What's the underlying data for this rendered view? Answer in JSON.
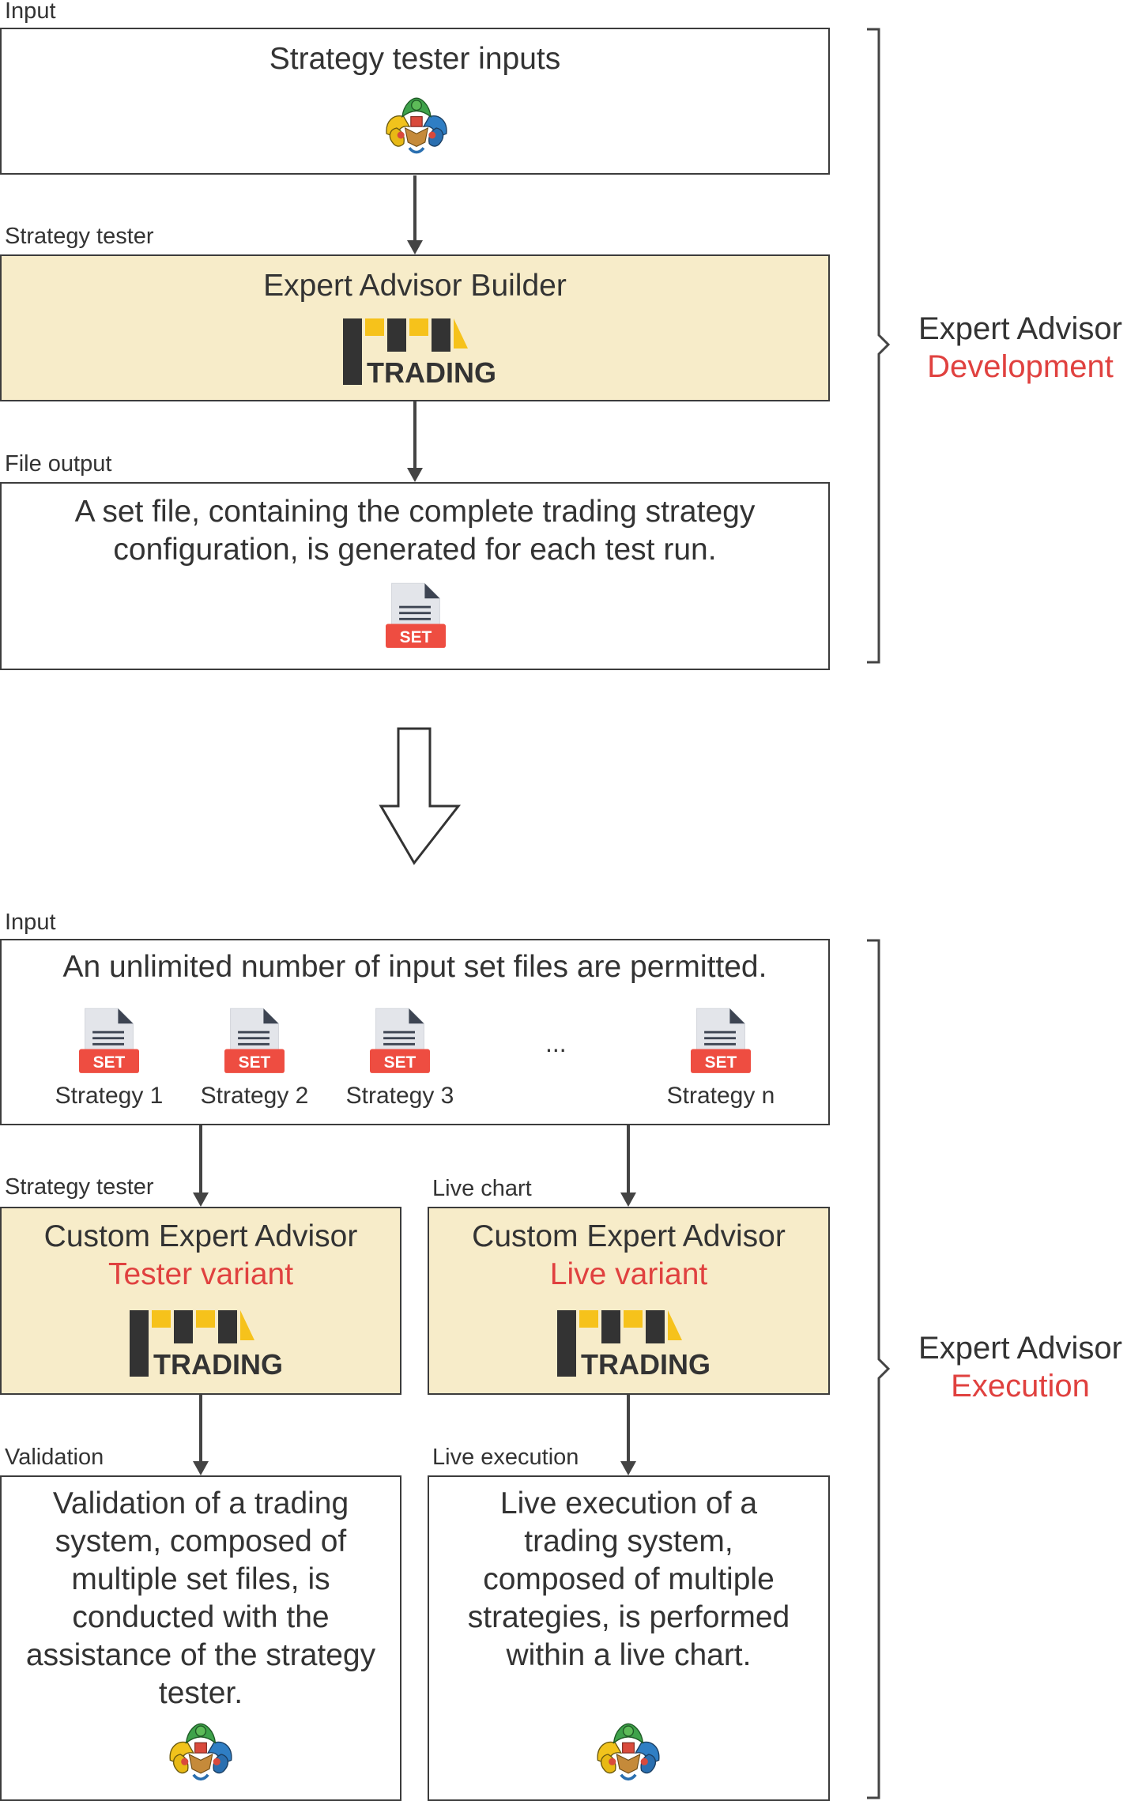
{
  "development": {
    "input_label": "Input",
    "input_title": "Strategy tester inputs",
    "tester_label": "Strategy tester",
    "builder_title": "Expert Advisor Builder",
    "file_label": "File output",
    "file_text_line1": "A set file, containing the complete trading strategy",
    "file_text_line2": "configuration, is generated for each test run.",
    "side_line1": "Expert Advisor",
    "side_line2": "Development"
  },
  "execution": {
    "input_label": "Input",
    "input_title": "An unlimited number of input set files are permitted.",
    "strategies": [
      "Strategy 1",
      "Strategy 2",
      "Strategy 3",
      "Strategy n"
    ],
    "ellipsis": "...",
    "tester_label": "Strategy tester",
    "live_label": "Live chart",
    "tester_title": "Custom Expert Advisor",
    "tester_variant": "Tester variant",
    "live_title": "Custom Expert Advisor",
    "live_variant": "Live variant",
    "validation_label": "Validation",
    "live_exec_label": "Live execution",
    "validation_lines": [
      "Validation of a trading",
      "system, composed of",
      "multiple set files, is",
      "conducted with the",
      "assistance of the strategy",
      "tester."
    ],
    "live_lines": [
      "Live execution of a",
      "trading system,",
      "composed of multiple",
      "strategies, is performed",
      "within a live chart."
    ],
    "side_line1": "Expert Advisor",
    "side_line2": "Execution"
  },
  "icons": {
    "set_badge": "SET",
    "logo_text": "TRADING"
  },
  "colors": {
    "accent_red": "#e0413f",
    "box_yellow": "#f7ecc9",
    "logo_yellow": "#f6c21b",
    "logo_dark": "#333333"
  }
}
